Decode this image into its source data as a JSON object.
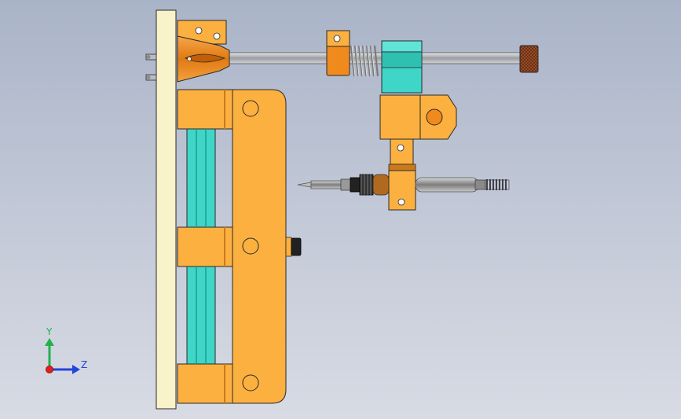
{
  "viewport": {
    "background_top": "#aab4c8",
    "background_bottom": "#d8dbe4"
  },
  "colors": {
    "orange": "#fbb040",
    "orange_dark": "#c97a1e",
    "copper": "#f08a1c",
    "teal": "#3fd6c8",
    "teal_dark": "#1e9c90",
    "cream": "#f8f3c8",
    "steel": "#b9bcc0",
    "outline": "#2a2a2a"
  },
  "components": [
    {
      "name": "base-plate"
    },
    {
      "name": "main-bracket"
    },
    {
      "name": "linear-guide-rails"
    },
    {
      "name": "guide-rod"
    },
    {
      "name": "spring"
    },
    {
      "name": "rod-collar"
    },
    {
      "name": "cone-mount"
    },
    {
      "name": "knurled-knob"
    },
    {
      "name": "slide-block"
    },
    {
      "name": "soldering-iron"
    },
    {
      "name": "mounting-bolts"
    }
  ],
  "triad": {
    "y_label": "Y",
    "z_label": "Z",
    "y_color": "#22b14c",
    "z_color": "#2244dd",
    "x_color": "#e02020"
  }
}
